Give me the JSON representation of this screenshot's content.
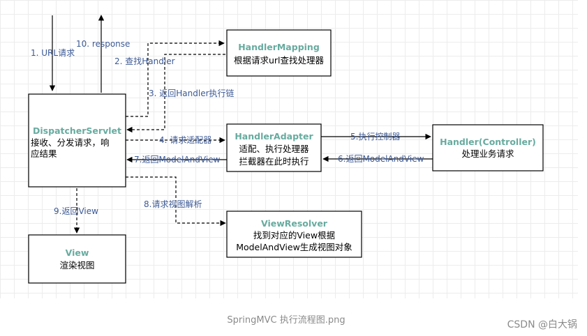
{
  "nodes": {
    "dispatcher": {
      "title": "DispatcherServlet",
      "lines": [
        "接收、分发请求，响",
        "应结果"
      ]
    },
    "mapping": {
      "title": "HandlerMapping",
      "lines": [
        "根据请求url查找处理器"
      ]
    },
    "adapter": {
      "title": "HandlerAdapter",
      "lines": [
        "适配、执行处理器",
        "拦截器在此时执行"
      ]
    },
    "handler": {
      "title": "Handler(Controller)",
      "lines": [
        "处理业务请求"
      ]
    },
    "resolver": {
      "title": "ViewResolver",
      "lines": [
        "找到对应的View根据",
        "ModelAndView生成视图对象"
      ]
    },
    "view": {
      "title": "View",
      "lines": [
        "渲染视图"
      ]
    }
  },
  "edges": {
    "e1": "1. URL请求",
    "e10": "10. response",
    "e2": "2. 查找Handler",
    "e3": "3. 返回Handler执行链",
    "e4": "4. 请求适配器",
    "e5": "5.执行控制器",
    "e6": "6.返回ModelAndView",
    "e7": "7.返回ModelAndView",
    "e8": "8.请求视图解析",
    "e9": "9.返回View"
  },
  "caption": "SpringMVC 执行流程图.png",
  "watermark": "CSDN @白大锅"
}
